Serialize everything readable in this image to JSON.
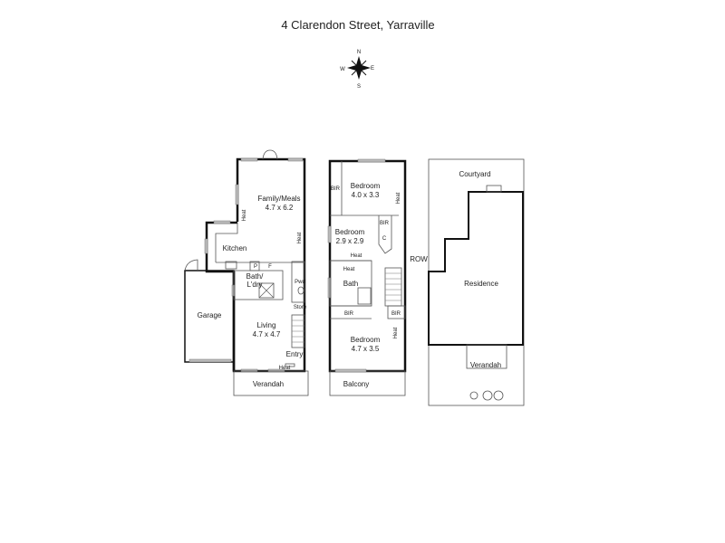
{
  "title": "4 Clarendon Street, Yarraville",
  "compass": {
    "n": "N",
    "s": "S",
    "e": "E",
    "w": "W"
  },
  "ground_floor": {
    "family_meals": {
      "name": "Family/Meals",
      "size": "4.7 x 6.2"
    },
    "kitchen": "Kitchen",
    "pantry": "P",
    "fridge": "F",
    "bath_laundry": {
      "line1": "Bath/",
      "line2": "L'dry"
    },
    "powder": "Pwd",
    "store": "Store",
    "garage": "Garage",
    "living": {
      "name": "Living",
      "size": "4.7 x 4.7"
    },
    "entry": "Entry",
    "verandah": "Verandah",
    "heat": "Heat"
  },
  "first_floor": {
    "bedroom1": {
      "name": "Bedroom",
      "size": "4.0 x 3.3"
    },
    "bedroom2": {
      "name": "Bedroom",
      "size": "2.9 x 2.9"
    },
    "bedroom3": {
      "name": "Bedroom",
      "size": "4.7 x 3.5"
    },
    "bir": "BIR",
    "cupboard": "C",
    "bath": "Bath",
    "balcony": "Balcony",
    "heat": "Heat"
  },
  "site": {
    "courtyard": "Courtyard",
    "residence": "Residence",
    "verandah": "Verandah",
    "row": "ROW"
  }
}
